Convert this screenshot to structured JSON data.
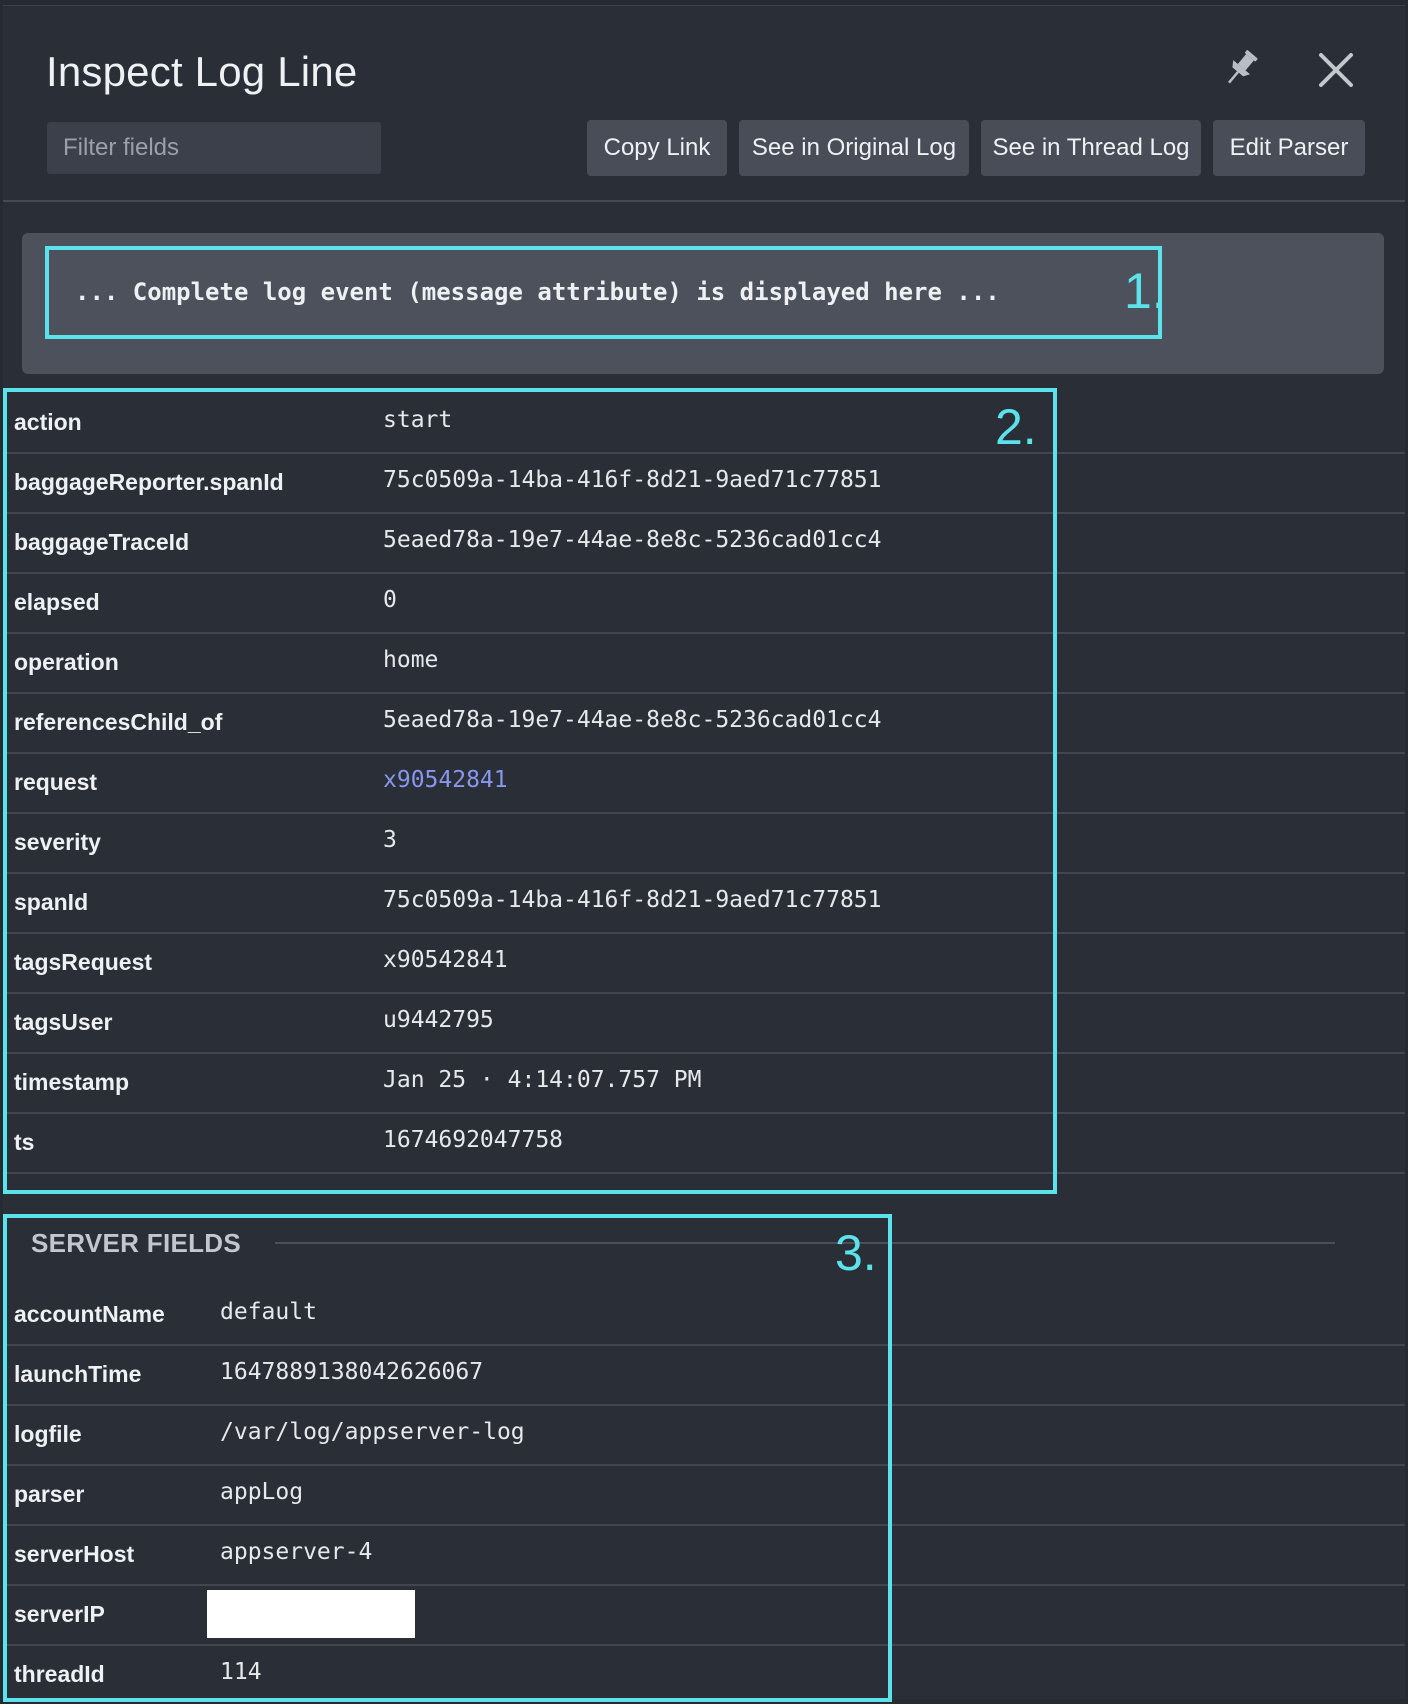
{
  "header": {
    "title": "Inspect Log Line",
    "pin_icon": "pin-icon",
    "close_icon": "close-icon"
  },
  "filter": {
    "placeholder": "Filter fields",
    "value": ""
  },
  "toolbar": {
    "copy_link": "Copy Link",
    "see_original": "See in Original Log",
    "see_thread": "See in Thread Log",
    "edit_parser": "Edit Parser"
  },
  "message": {
    "text": "... Complete log event (message attribute) is displayed here ..."
  },
  "callouts": {
    "one": "1.",
    "two": "2.",
    "three": "3."
  },
  "fields": [
    {
      "key": "action",
      "value": "start"
    },
    {
      "key": "baggageReporter.spanId",
      "value": "75c0509a-14ba-416f-8d21-9aed71c77851"
    },
    {
      "key": "baggageTraceId",
      "value": "5eaed78a-19e7-44ae-8e8c-5236cad01cc4"
    },
    {
      "key": "elapsed",
      "value": "0"
    },
    {
      "key": "operation",
      "value": "home"
    },
    {
      "key": "referencesChild_of",
      "value": "5eaed78a-19e7-44ae-8e8c-5236cad01cc4"
    },
    {
      "key": "request",
      "value": "x90542841"
    },
    {
      "key": "severity",
      "value": "3"
    },
    {
      "key": "spanId",
      "value": "75c0509a-14ba-416f-8d21-9aed71c77851"
    },
    {
      "key": "tagsRequest",
      "value": "x90542841"
    },
    {
      "key": "tagsUser",
      "value": "u9442795"
    },
    {
      "key": "timestamp",
      "value": "Jan 25 · 4:14:07.757 PM"
    },
    {
      "key": "ts",
      "value": "1674692047758"
    }
  ],
  "server": {
    "title": "SERVER FIELDS",
    "fields": [
      {
        "key": "accountName",
        "value": "default"
      },
      {
        "key": "launchTime",
        "value": "1647889138042626067"
      },
      {
        "key": "logfile",
        "value": "/var/log/appserver-log"
      },
      {
        "key": "parser",
        "value": "appLog"
      },
      {
        "key": "serverHost",
        "value": "appserver-4"
      },
      {
        "key": "serverIP",
        "value": ""
      },
      {
        "key": "threadId",
        "value": "114"
      }
    ]
  },
  "colors": {
    "background": "#2a2e37",
    "callout": "#5ce2ea",
    "link": "#8896ee",
    "button": "#484d58"
  }
}
